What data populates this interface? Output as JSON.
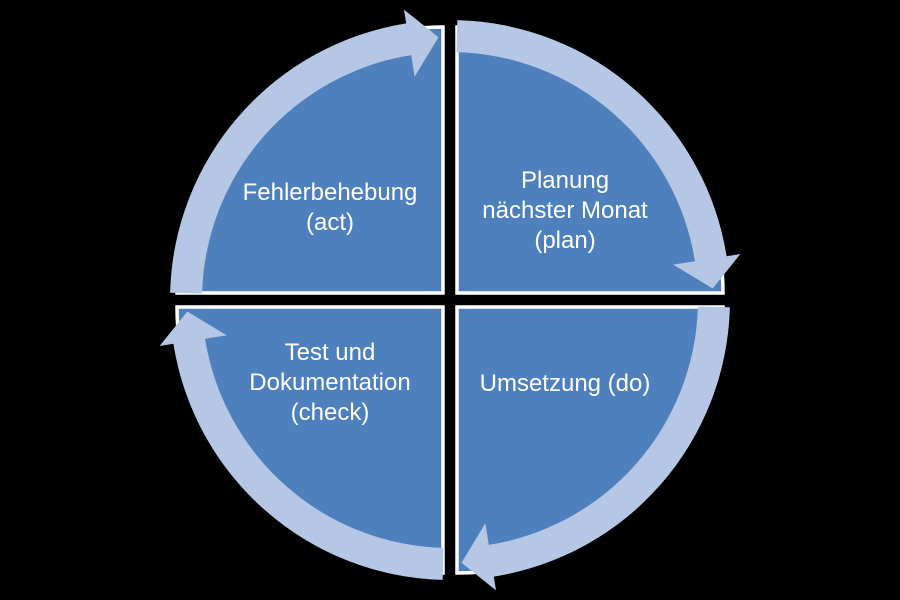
{
  "colors": {
    "background": "#000000",
    "quadrant_fill": "#4d80bd",
    "quadrant_border": "#ffffff",
    "arrow_fill": "#b5c7e4",
    "label_color": "#ffffff"
  },
  "quadrants": [
    {
      "key": "act",
      "position": "top-left",
      "label": "Fehlerbehebung\n(act)"
    },
    {
      "key": "plan",
      "position": "top-right",
      "label": "Planung\nnächster Monat\n(plan)"
    },
    {
      "key": "do",
      "position": "bottom-right",
      "label": "Umsetzung (do)"
    },
    {
      "key": "check",
      "position": "bottom-left",
      "label": "Test und\nDokumentation\n(check)"
    }
  ]
}
